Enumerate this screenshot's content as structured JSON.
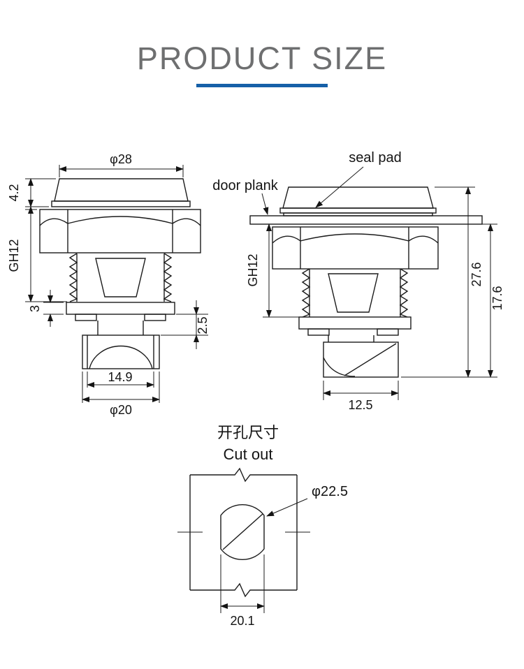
{
  "title": "PRODUCT SIZE",
  "accent_color": "#1660a8",
  "left_view": {
    "dia_top": "φ28",
    "cap_height": "4.2",
    "body_height": "GH12",
    "collar_height": "3",
    "gap": "2.5",
    "latch_width": "14.9",
    "dia_base": "φ20"
  },
  "right_view": {
    "seal_pad_label": "seal pad",
    "door_plank_label": "door plank",
    "body_height": "GH12",
    "total_height": "27.6",
    "grip_height": "17.6",
    "latch_width": "12.5"
  },
  "cutout": {
    "title_cn": "开孔尺寸",
    "title_en": "Cut out",
    "dia": "φ22.5",
    "width_across_flats": "20.1"
  }
}
